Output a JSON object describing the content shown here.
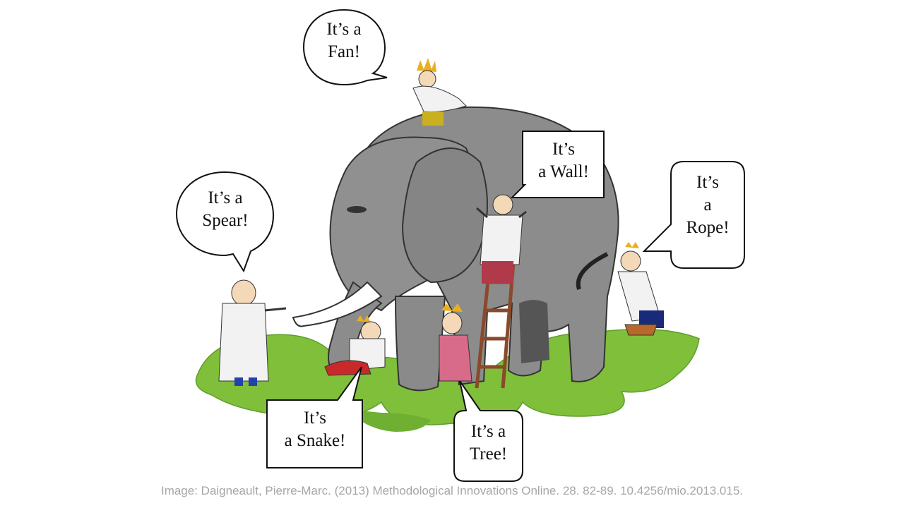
{
  "bubbles": {
    "fan": "It’s a\nFan!",
    "wall": "It’s\na Wall!",
    "spear": "It’s a\nSpear!",
    "rope": "It’s\na\nRope!",
    "snake": "It’s\na Snake!",
    "tree": "It’s a\nTree!"
  },
  "caption": "Image: Daigneault, Pierre-Marc. (2013) Methodological Innovations Online. 28. 82-89. 10.4256/mio.2013.015.",
  "colors": {
    "elephant": "#8c8c8c",
    "elephant_dark": "#6e6e6e",
    "grass": "#7fbf3a",
    "grass_dark": "#5e9e2a",
    "coat": "#f2f2f2",
    "crown": "#e8b020",
    "ladder": "#8a4a2a",
    "dress": "#d86a8a"
  }
}
